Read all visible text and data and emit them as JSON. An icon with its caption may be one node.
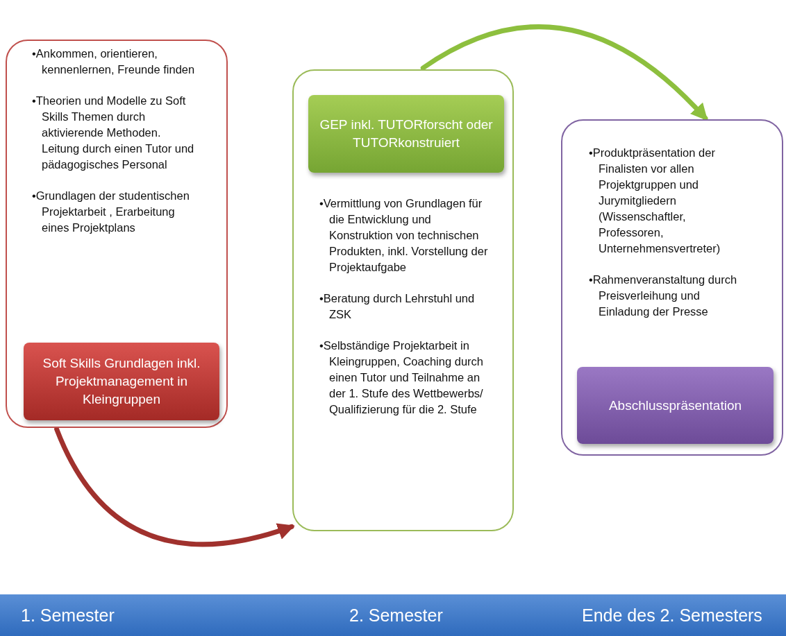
{
  "diagram": {
    "nodes": [
      {
        "text": [
          "•Ankommen, orientieren, kennenlernen, Freunde finden",
          "•Theorien und Modelle zu Soft Skills Themen durch aktivierende Methoden. Leitung durch einen Tutor und pädagogisches Personal",
          "•Grundlagen der studentischen Projektarbeit , Erarbeitung eines Projektplans"
        ]
      },
      {
        "text": [
          "Soft Skills Grundlagen inkl. Projektmanagement in Kleingruppen"
        ],
        "in": 0
      },
      {
        "text": [
          "•Vermittlung von Grundlagen für die Entwicklung und Konstruktion von technischen Produkten, inkl. Vorstellung der Projektaufgabe",
          "•Beratung durch Lehrstuhl und ZSK",
          "•Selbständige Projektarbeit in Kleingruppen,  Coaching durch einen Tutor und Teilnahme an der 1. Stufe des Wettbewerbs/ Qualifizierung für die 2. Stufe"
        ]
      },
      {
        "text": [
          "GEP inkl. TUTORforscht oder TUTORkonstruiert"
        ],
        "in": 2
      },
      {
        "text": [
          "•Produktpräsentation der Finalisten vor allen Projektgruppen und Jurymitgliedern (Wissenschaftler, Professoren, Unternehmensvertreter)",
          "•Rahmenveranstaltung durch Preisverleihung und Einladung der Presse"
        ]
      },
      {
        "text": [
          "Abschlusspräsentation"
        ],
        "in": 4
      }
    ],
    "edges": [
      {
        "from": 0,
        "to": 2,
        "arrow": "to",
        "color": "#a0312d"
      },
      {
        "from": 2,
        "to": 4,
        "arrow": "to",
        "color": "#8dbf3e"
      }
    ],
    "labels": [
      "1. Semester",
      "2. Semester",
      "Ende des 2. Semesters"
    ]
  }
}
